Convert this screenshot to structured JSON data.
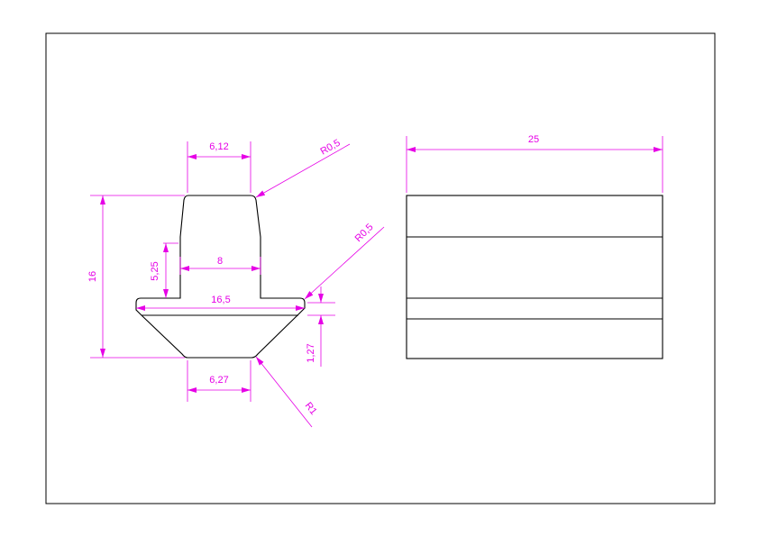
{
  "colors": {
    "geometry": "#000000",
    "dimension": "#e600e6",
    "background": "#ffffff"
  },
  "dimensions": {
    "top_width": "6,12",
    "top_radius": "R0,5",
    "total_height": "16",
    "step_height": "5,25",
    "neck_width": "8",
    "flange_width": "16,5",
    "flange_radius": "R0,5",
    "edge_thickness": "1,27",
    "bottom_width": "6,27",
    "bottom_radius": "R1",
    "length": "25"
  }
}
